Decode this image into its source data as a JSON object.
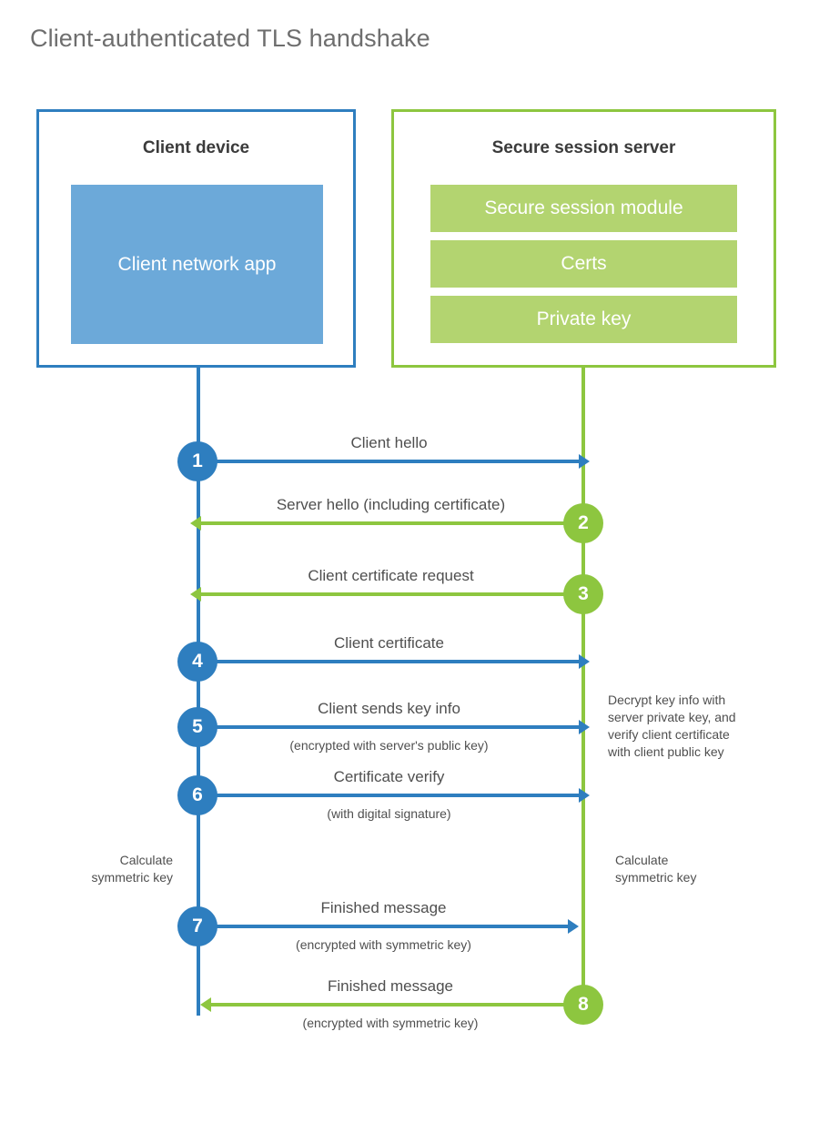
{
  "title": "Client-authenticated TLS handshake",
  "colors": {
    "client_blue": "#2E7EBF",
    "client_app_fill": "#6CA9D9",
    "server_green": "#8DC63F",
    "server_bar_fill": "#B3D470",
    "text": "#4f4f4f",
    "title_text": "#6e6e6e",
    "background": "#ffffff"
  },
  "client": {
    "title": "Client device",
    "app_label": "Client network\napp"
  },
  "server": {
    "title": "Secure session server",
    "bars": [
      {
        "label": "Secure session module"
      },
      {
        "label": "Certs"
      },
      {
        "label": "Private key"
      }
    ]
  },
  "chart_data": {
    "type": "diagram",
    "diagram_kind": "sequence",
    "actors": [
      "Client device",
      "Secure session server"
    ],
    "steps": [
      {
        "number": "1",
        "label": "Client hello",
        "sub": "",
        "direction": "client-to-server",
        "color": "#2E7EBF"
      },
      {
        "number": "2",
        "label": "Server hello (including certificate)",
        "sub": "",
        "direction": "server-to-client",
        "color": "#8DC63F"
      },
      {
        "number": "3",
        "label": "Client certificate request",
        "sub": "",
        "direction": "server-to-client",
        "color": "#8DC63F"
      },
      {
        "number": "4",
        "label": "Client certificate",
        "sub": "",
        "direction": "client-to-server",
        "color": "#2E7EBF"
      },
      {
        "number": "5",
        "label": "Client sends key info",
        "sub": "(encrypted with server's public key)",
        "direction": "client-to-server",
        "color": "#2E7EBF"
      },
      {
        "number": "6",
        "label": "Certificate verify",
        "sub": "(with digital signature)",
        "direction": "client-to-server",
        "color": "#2E7EBF"
      },
      {
        "number": "7",
        "label": "Finished message",
        "sub": "(encrypted with symmetric key)",
        "direction": "client-to-server",
        "color": "#2E7EBF"
      },
      {
        "number": "8",
        "label": "Finished message",
        "sub": "(encrypted with symmetric key)",
        "direction": "server-to-client",
        "color": "#8DC63F"
      }
    ],
    "notes": [
      {
        "id": "server-decrypt-note",
        "side": "server",
        "text": "Decrypt key info with\nserver private key, and\nverify client certificate\nwith client public key"
      },
      {
        "id": "client-calc-note",
        "side": "client",
        "text": "Calculate\nsymmetric key"
      },
      {
        "id": "server-calc-note",
        "side": "server",
        "text": "Calculate\nsymmetric key"
      }
    ]
  }
}
